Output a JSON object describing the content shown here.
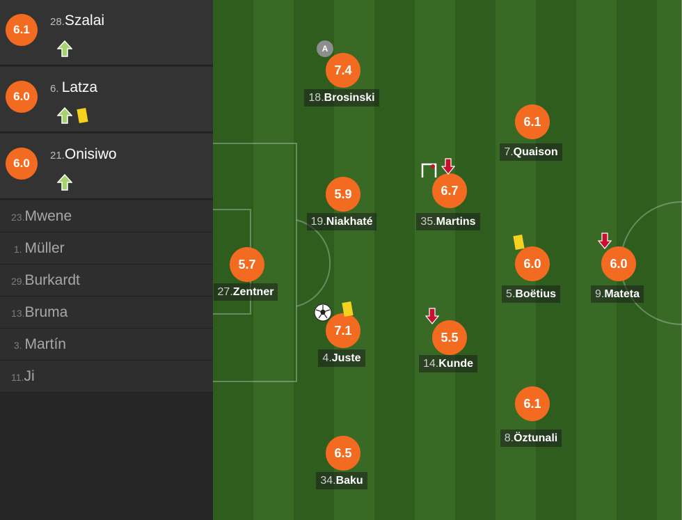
{
  "substitutes": [
    {
      "rating": "6.1",
      "number": "28.",
      "name": "Szalai",
      "events": [
        "sub-in"
      ]
    },
    {
      "rating": "6.0",
      "number": "6.",
      "name": "Latza",
      "events": [
        "sub-in",
        "yellow-card"
      ]
    },
    {
      "rating": "6.0",
      "number": "21.",
      "name": "Onisiwo",
      "events": [
        "sub-in"
      ]
    }
  ],
  "unused": [
    {
      "number": "23.",
      "name": "Mwene"
    },
    {
      "number": "1.",
      "name": "Müller"
    },
    {
      "number": "29.",
      "name": "Burkardt"
    },
    {
      "number": "13.",
      "name": "Bruma"
    },
    {
      "number": "3.",
      "name": "Martín"
    },
    {
      "number": "11.",
      "name": "Ji"
    }
  ],
  "players": [
    {
      "id": "zentner",
      "rating": "5.7",
      "number": "27.",
      "name": "Zentner"
    },
    {
      "id": "brosinski",
      "rating": "7.4",
      "number": "18.",
      "name": "Brosinski",
      "events": [
        "captain"
      ]
    },
    {
      "id": "niakhate",
      "rating": "5.9",
      "number": "19.",
      "name": "Niakhaté"
    },
    {
      "id": "juste",
      "rating": "7.1",
      "number": "4.",
      "name": "Juste",
      "events": [
        "goal",
        "yellow-card"
      ]
    },
    {
      "id": "baku",
      "rating": "6.5",
      "number": "34.",
      "name": "Baku"
    },
    {
      "id": "martins",
      "rating": "6.7",
      "number": "35.",
      "name": "Martins",
      "events": [
        "post",
        "sub-out"
      ]
    },
    {
      "id": "kunde",
      "rating": "5.5",
      "number": "14.",
      "name": "Kunde",
      "events": [
        "sub-out"
      ]
    },
    {
      "id": "quaison",
      "rating": "6.1",
      "number": "7.",
      "name": "Quaison"
    },
    {
      "id": "boetius",
      "rating": "6.0",
      "number": "5.",
      "name": "Boëtius",
      "events": [
        "yellow-card"
      ]
    },
    {
      "id": "oztunali",
      "rating": "6.1",
      "number": "8.",
      "name": "Öztunali"
    },
    {
      "id": "mateta",
      "rating": "6.0",
      "number": "9.",
      "name": "Mateta",
      "events": [
        "sub-out"
      ]
    }
  ],
  "colors": {
    "rating_badge": "#f26b21",
    "sub_in_arrow": "#a6d26c",
    "sub_out_arrow": "#c8102e",
    "yellow_card": "#f4d21e"
  },
  "captain_mark": "A"
}
